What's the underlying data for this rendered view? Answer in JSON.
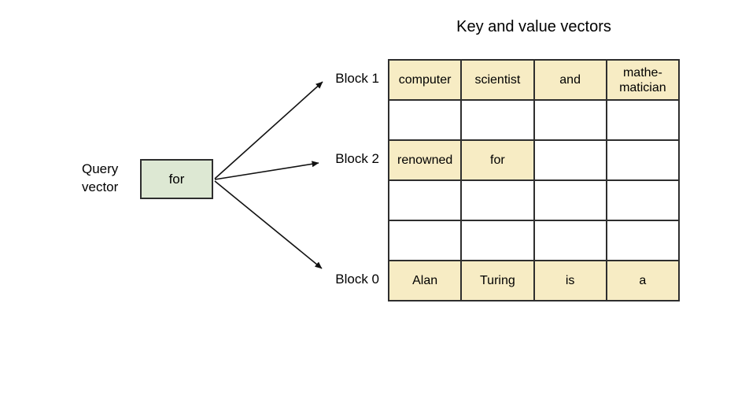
{
  "title": "Key and value vectors",
  "query": {
    "label": "Query\nvector",
    "box_text": "for"
  },
  "blocks": [
    {
      "label": "Block 1"
    },
    {
      "label": "Block 2"
    },
    {
      "label": "Block 0"
    }
  ],
  "table": {
    "rows": [
      {
        "cells": [
          {
            "text": "computer",
            "highlighted": true
          },
          {
            "text": "scientist",
            "highlighted": true
          },
          {
            "text": "and",
            "highlighted": true
          },
          {
            "text": "mathe-\nmatician",
            "highlighted": true
          }
        ]
      },
      {
        "cells": [
          {
            "text": "",
            "highlighted": false
          },
          {
            "text": "",
            "highlighted": false
          },
          {
            "text": "",
            "highlighted": false
          },
          {
            "text": "",
            "highlighted": false
          }
        ]
      },
      {
        "cells": [
          {
            "text": "renowned",
            "highlighted": true
          },
          {
            "text": "for",
            "highlighted": true
          },
          {
            "text": "",
            "highlighted": false
          },
          {
            "text": "",
            "highlighted": false
          }
        ]
      },
      {
        "cells": [
          {
            "text": "",
            "highlighted": false
          },
          {
            "text": "",
            "highlighted": false
          },
          {
            "text": "",
            "highlighted": false
          },
          {
            "text": "",
            "highlighted": false
          }
        ]
      },
      {
        "cells": [
          {
            "text": "",
            "highlighted": false
          },
          {
            "text": "",
            "highlighted": false
          },
          {
            "text": "",
            "highlighted": false
          },
          {
            "text": "",
            "highlighted": false
          }
        ]
      },
      {
        "cells": [
          {
            "text": "Alan",
            "highlighted": true
          },
          {
            "text": "Turing",
            "highlighted": true
          },
          {
            "text": "is",
            "highlighted": true
          },
          {
            "text": "a",
            "highlighted": true
          }
        ]
      }
    ]
  },
  "colors": {
    "highlight": "#F7ECC4",
    "query_box_fill": "#DDE8D3",
    "border": "#2e2e2e",
    "arrow": "#111111"
  }
}
